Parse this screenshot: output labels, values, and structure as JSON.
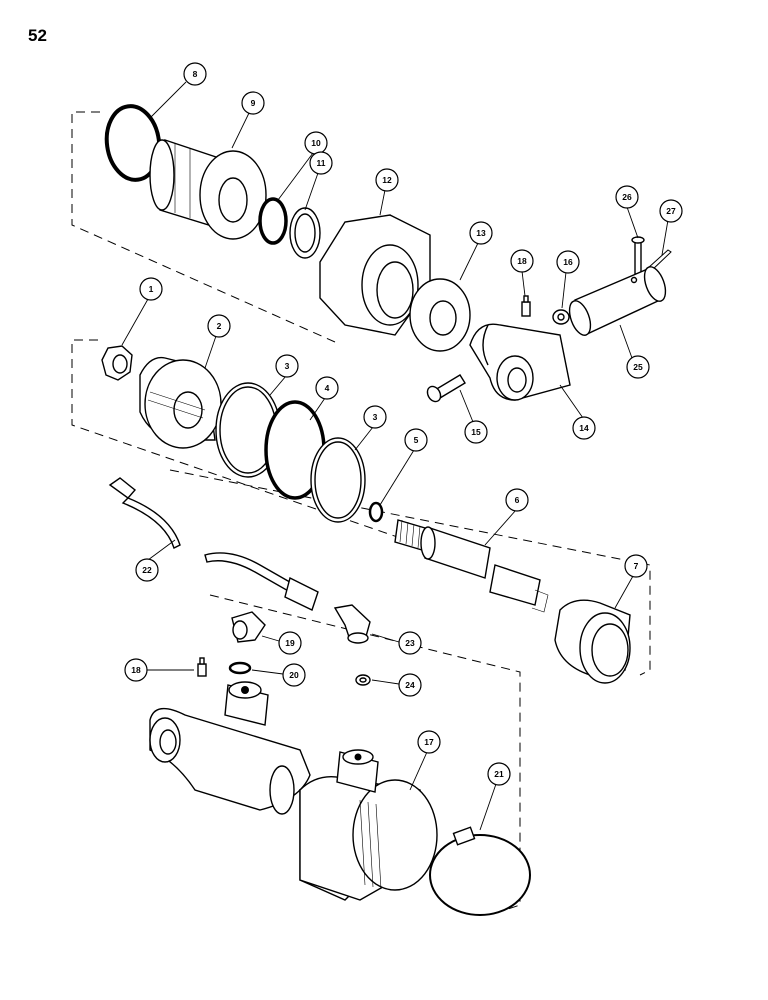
{
  "page": {
    "number": "52"
  },
  "callouts": [
    {
      "id": "c8",
      "label": "8"
    },
    {
      "id": "c9",
      "label": "9"
    },
    {
      "id": "c10",
      "label": "10"
    },
    {
      "id": "c11",
      "label": "11"
    },
    {
      "id": "c12",
      "label": "12"
    },
    {
      "id": "c13",
      "label": "13"
    },
    {
      "id": "c26",
      "label": "26"
    },
    {
      "id": "c27",
      "label": "27"
    },
    {
      "id": "c18a",
      "label": "18"
    },
    {
      "id": "c16",
      "label": "16"
    },
    {
      "id": "c1",
      "label": "1"
    },
    {
      "id": "c2",
      "label": "2"
    },
    {
      "id": "c25",
      "label": "25"
    },
    {
      "id": "c3a",
      "label": "3"
    },
    {
      "id": "c4",
      "label": "4"
    },
    {
      "id": "c15",
      "label": "15"
    },
    {
      "id": "c14",
      "label": "14"
    },
    {
      "id": "c3b",
      "label": "3"
    },
    {
      "id": "c5",
      "label": "5"
    },
    {
      "id": "c6",
      "label": "6"
    },
    {
      "id": "c22",
      "label": "22"
    },
    {
      "id": "c7",
      "label": "7"
    },
    {
      "id": "c19",
      "label": "19"
    },
    {
      "id": "c23",
      "label": "23"
    },
    {
      "id": "c18b",
      "label": "18"
    },
    {
      "id": "c20",
      "label": "20"
    },
    {
      "id": "c24",
      "label": "24"
    },
    {
      "id": "c17",
      "label": "17"
    },
    {
      "id": "c21",
      "label": "21"
    }
  ]
}
